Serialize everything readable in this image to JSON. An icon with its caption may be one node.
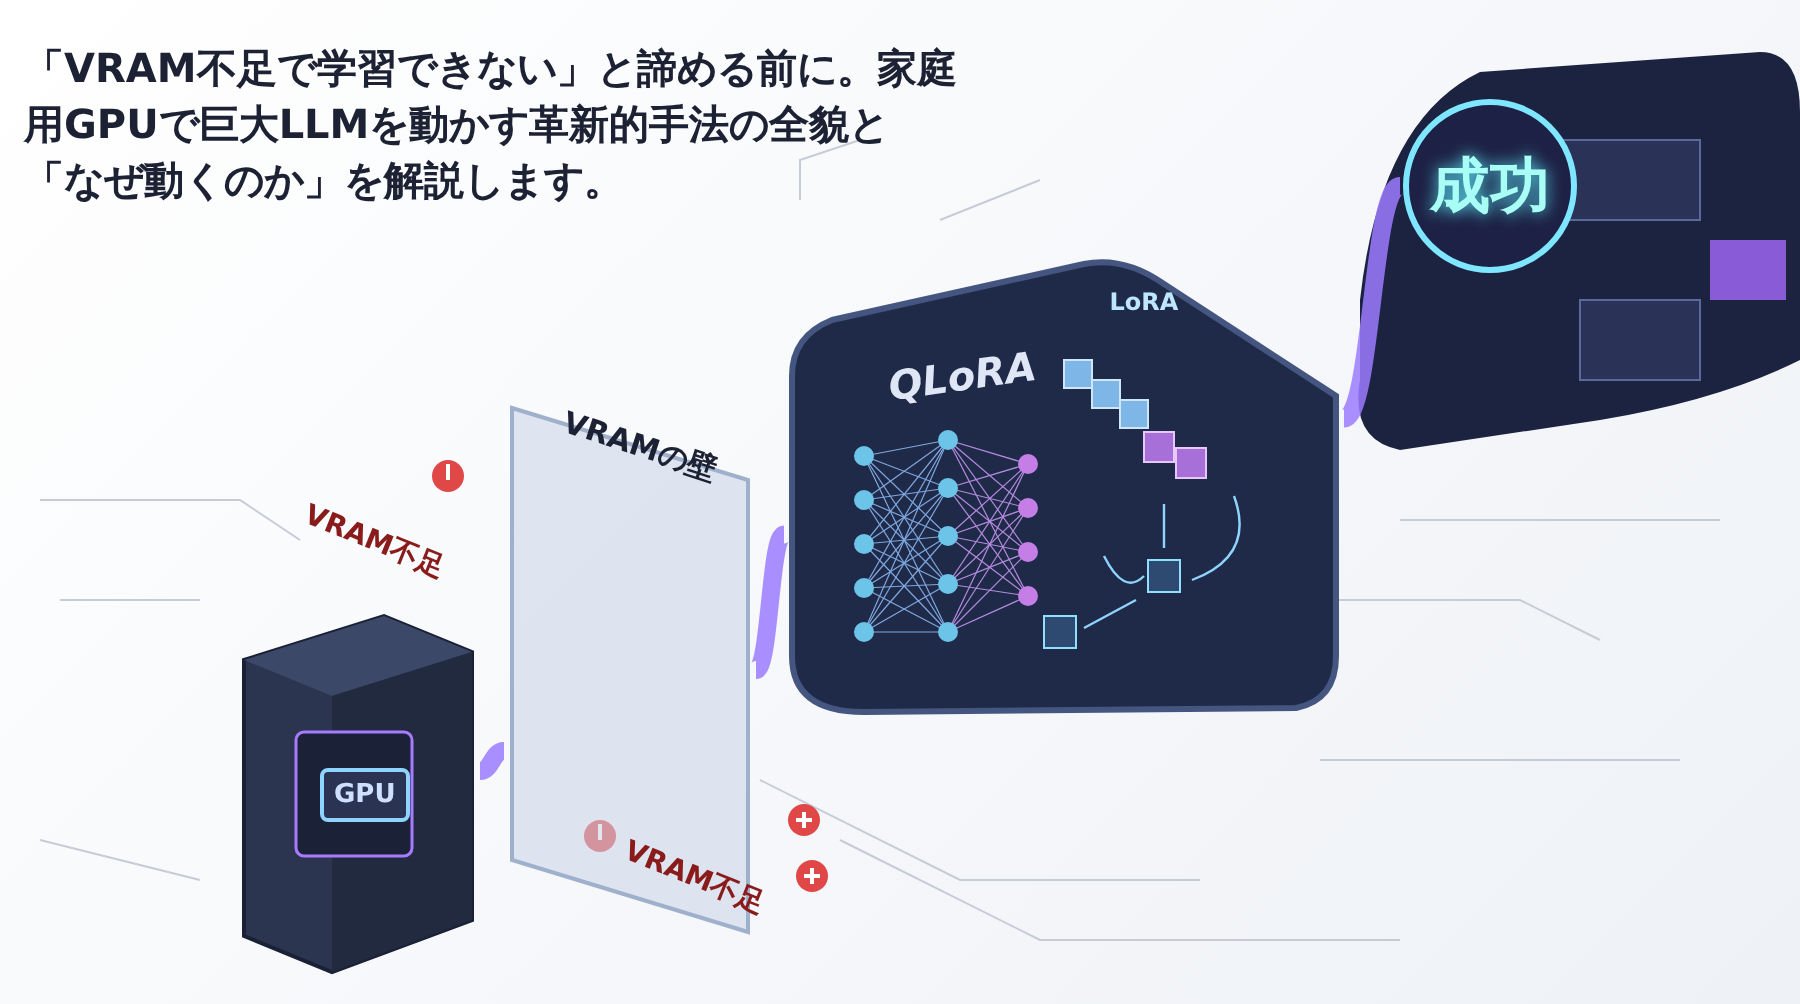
{
  "diagram": {
    "title": "「VRAM不足で学習できない」と諦める前に。家庭用GPUで巨大LLMを動かす革新的手法の全貌と「なぜ動くのか」を解説します。",
    "nodes": [
      {
        "text": [
          "GPU"
        ]
      },
      {
        "text": [
          "VRAMの壁"
        ]
      },
      {
        "text": [
          "QLoRA"
        ]
      },
      {
        "text": [
          "LoRA"
        ],
        "in": 2
      },
      {
        "text": [
          "成功"
        ]
      }
    ],
    "edges": [
      {
        "from": 0,
        "to": 1,
        "arrow": "none"
      },
      {
        "from": 1,
        "to": 2,
        "arrow": "none"
      },
      {
        "from": 2,
        "to": 4,
        "arrow": "none"
      }
    ],
    "labels": [
      "VRAM不足",
      "VRAM不足"
    ]
  }
}
